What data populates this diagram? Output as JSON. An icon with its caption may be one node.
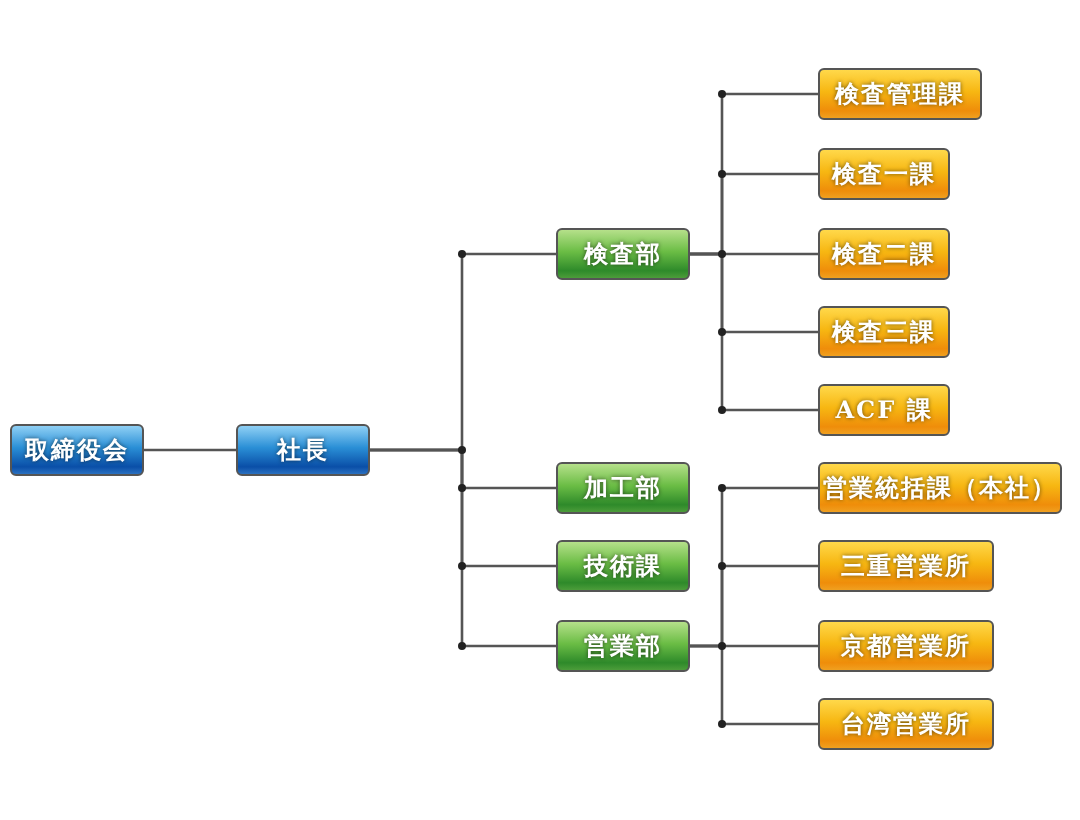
{
  "diagram": {
    "nodes": [
      {
        "text": [
          "取締役会"
        ]
      },
      {
        "text": [
          "社長"
        ]
      },
      {
        "text": [
          "検査部"
        ]
      },
      {
        "text": [
          "加工部"
        ]
      },
      {
        "text": [
          "技術課"
        ]
      },
      {
        "text": [
          "営業部"
        ]
      },
      {
        "text": [
          "検査管理課"
        ]
      },
      {
        "text": [
          "検査一課"
        ]
      },
      {
        "text": [
          "検査二課"
        ]
      },
      {
        "text": [
          "検査三課"
        ]
      },
      {
        "text": [
          "ACF 課"
        ]
      },
      {
        "text": [
          "営業統括課（本社）"
        ]
      },
      {
        "text": [
          "三重営業所"
        ]
      },
      {
        "text": [
          "京都営業所"
        ]
      },
      {
        "text": [
          "台湾営業所"
        ]
      }
    ],
    "edges": [
      {
        "from": 0,
        "to": 1,
        "arrow": "none"
      },
      {
        "from": 1,
        "to": 2,
        "arrow": "none"
      },
      {
        "from": 1,
        "to": 3,
        "arrow": "none"
      },
      {
        "from": 1,
        "to": 4,
        "arrow": "none"
      },
      {
        "from": 1,
        "to": 5,
        "arrow": "none"
      },
      {
        "from": 2,
        "to": 6,
        "arrow": "none"
      },
      {
        "from": 2,
        "to": 7,
        "arrow": "none"
      },
      {
        "from": 2,
        "to": 8,
        "arrow": "none"
      },
      {
        "from": 2,
        "to": 9,
        "arrow": "none"
      },
      {
        "from": 2,
        "to": 10,
        "arrow": "none"
      },
      {
        "from": 5,
        "to": 11,
        "arrow": "none"
      },
      {
        "from": 5,
        "to": 12,
        "arrow": "none"
      },
      {
        "from": 5,
        "to": 13,
        "arrow": "none"
      },
      {
        "from": 5,
        "to": 14,
        "arrow": "none"
      }
    ]
  }
}
